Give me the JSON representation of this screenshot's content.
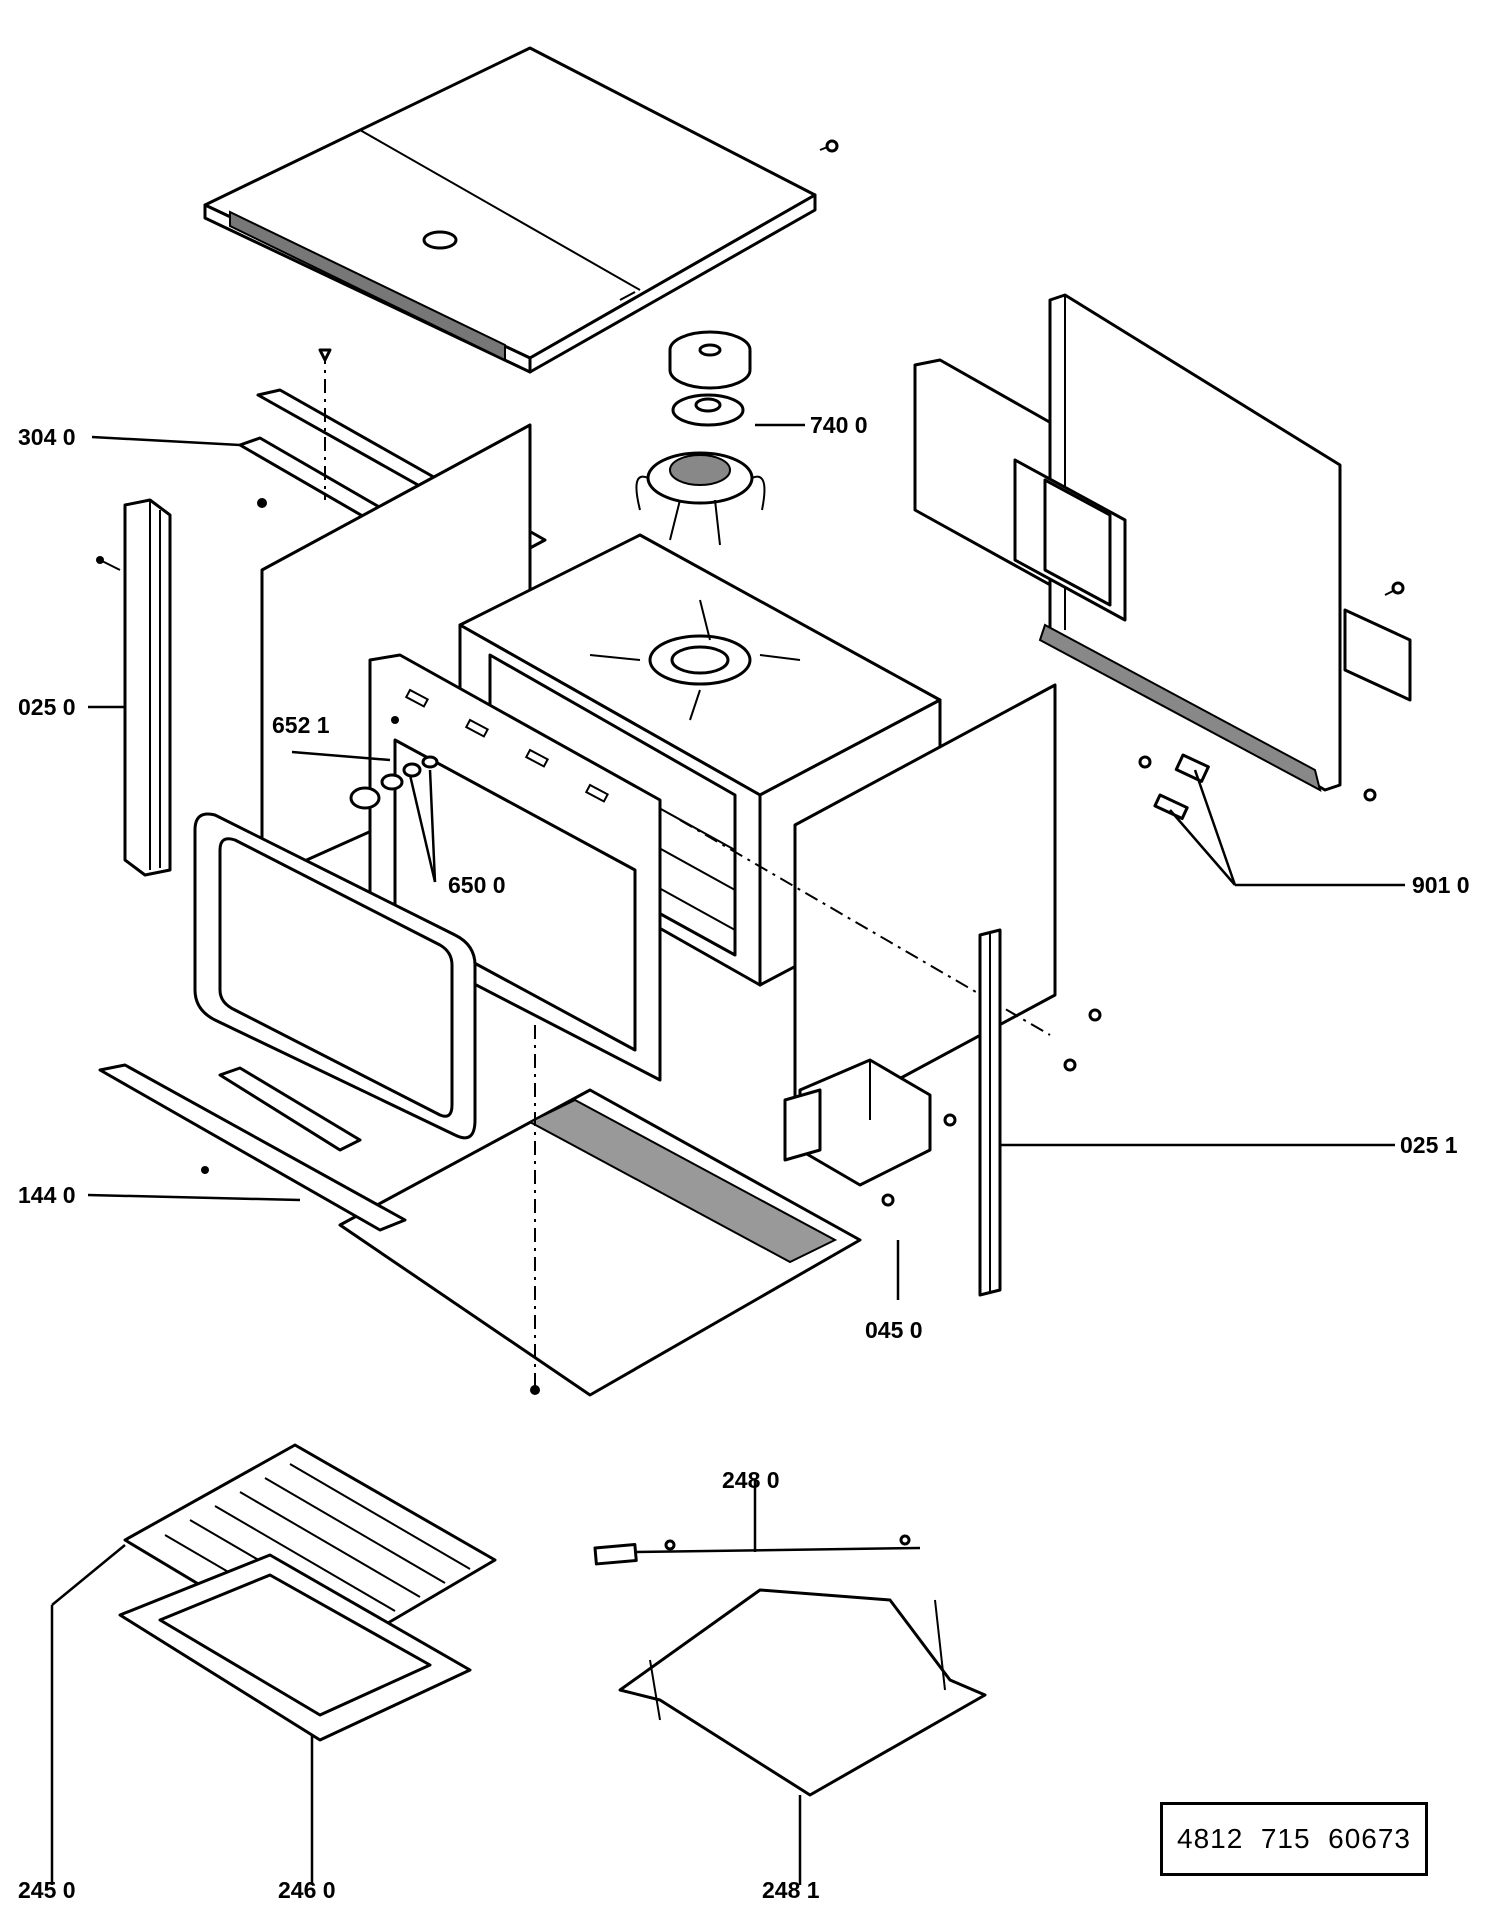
{
  "document": {
    "number": "4812  715  60673"
  },
  "callouts": [
    {
      "id": "304",
      "label": "304 0"
    },
    {
      "id": "740",
      "label": "740 0"
    },
    {
      "id": "025-left",
      "label": "025 0"
    },
    {
      "id": "652",
      "label": "652 1"
    },
    {
      "id": "650",
      "label": "650 0"
    },
    {
      "id": "901",
      "label": "901 0"
    },
    {
      "id": "144",
      "label": "144 0"
    },
    {
      "id": "025-right",
      "label": "025 1"
    },
    {
      "id": "045",
      "label": "045 0"
    },
    {
      "id": "248-top",
      "label": "248 0"
    },
    {
      "id": "245",
      "label": "245 0"
    },
    {
      "id": "246",
      "label": "246  0"
    },
    {
      "id": "248-bottom",
      "label": "248 1"
    }
  ]
}
